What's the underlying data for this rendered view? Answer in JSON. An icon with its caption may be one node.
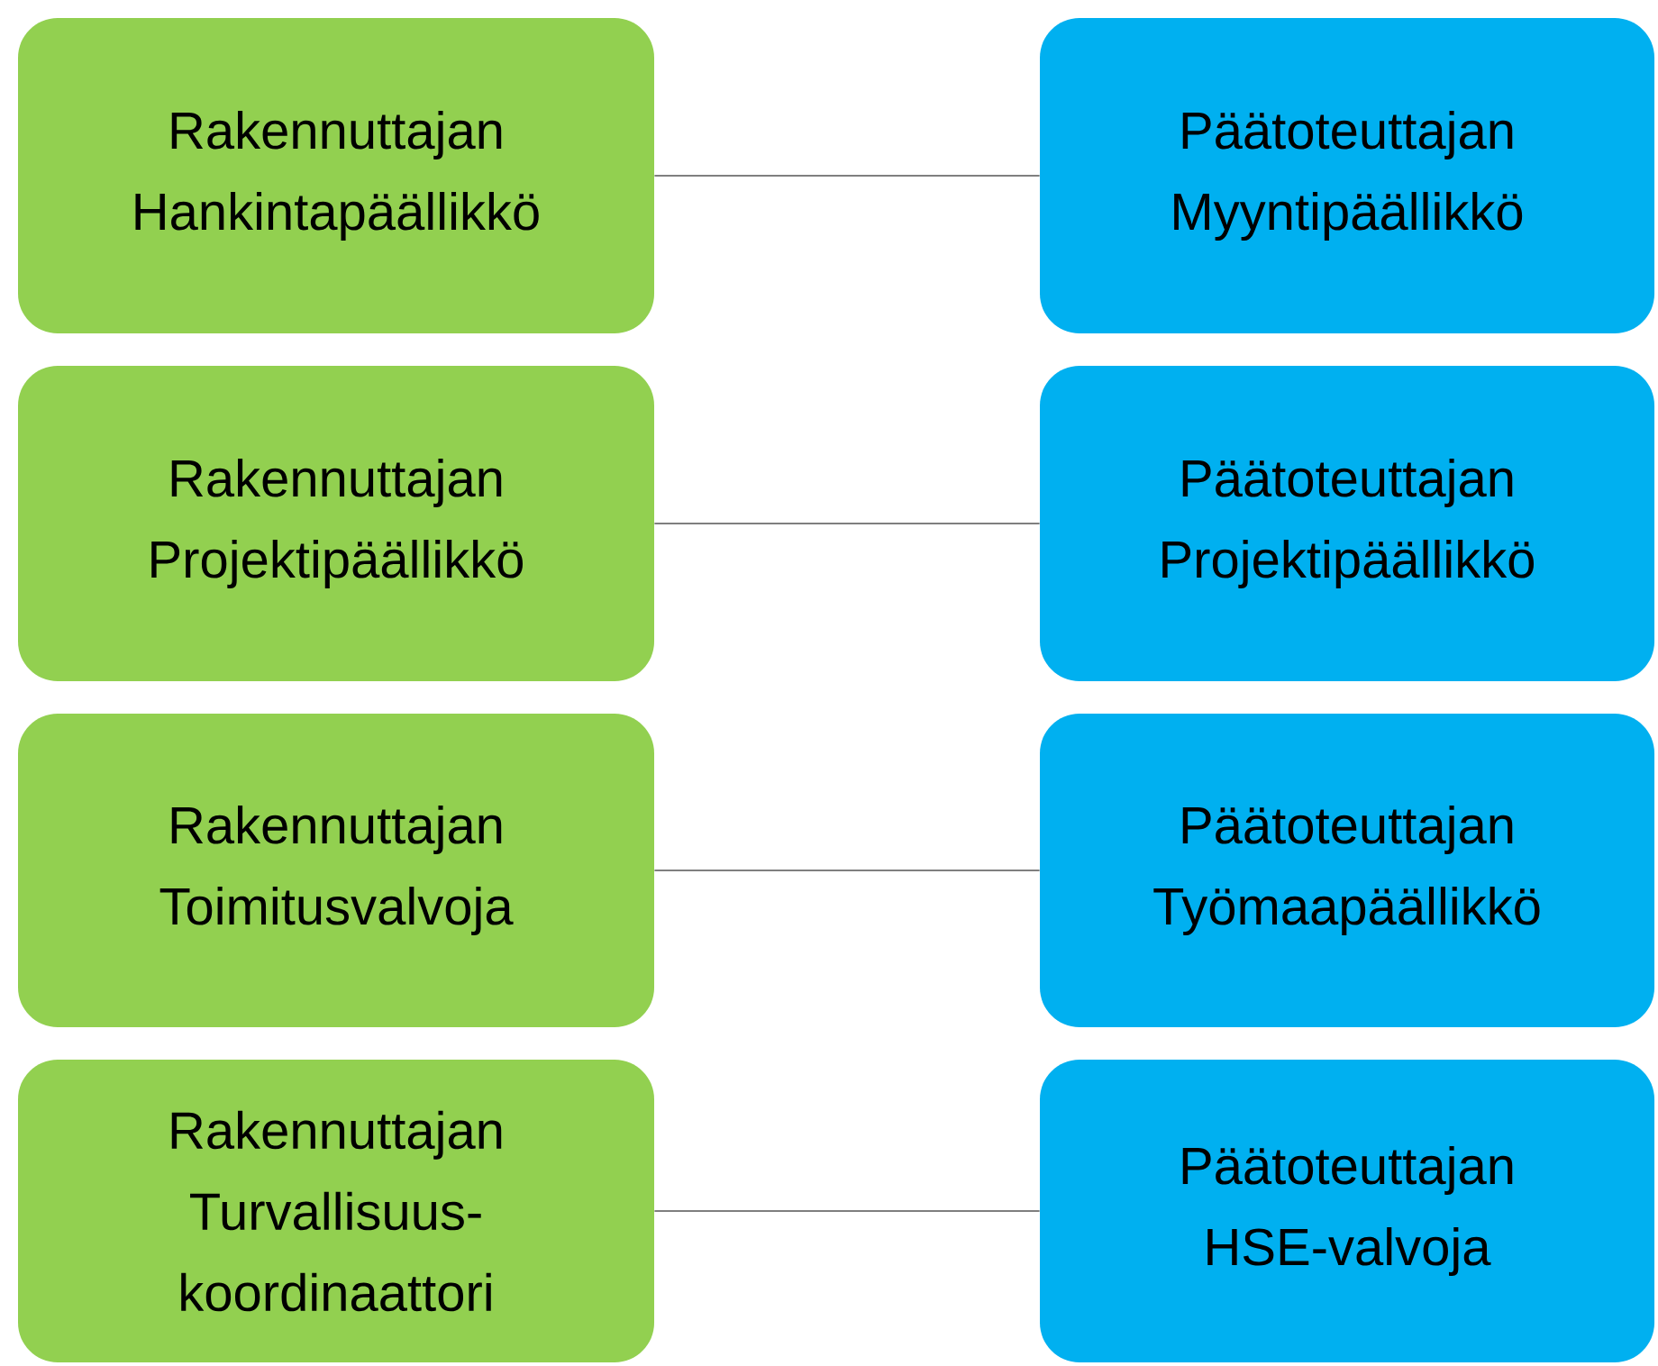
{
  "diagram": {
    "nodes": [
      {
        "text": [
          "Rakennuttajan Hankintapäällikkö"
        ]
      },
      {
        "text": [
          "Päätoteuttajan Myyntipäällikkö"
        ]
      },
      {
        "text": [
          "Rakennuttajan Projektipäällikkö"
        ]
      },
      {
        "text": [
          "Päätoteuttajan Projektipäällikkö"
        ]
      },
      {
        "text": [
          "Rakennuttajan Toimitusvalvoja"
        ]
      },
      {
        "text": [
          "Päätoteuttajan Työmaapäällikkö"
        ]
      },
      {
        "text": [
          "Rakennuttajan Turvallisuus- koordinaattori"
        ]
      },
      {
        "text": [
          "Päätoteuttajan HSE-valvoja"
        ]
      }
    ],
    "edges": [
      {
        "from": 0,
        "to": 1,
        "arrow": "none"
      },
      {
        "from": 2,
        "to": 3,
        "arrow": "none"
      },
      {
        "from": 4,
        "to": 5,
        "arrow": "none"
      },
      {
        "from": 6,
        "to": 7,
        "arrow": "none"
      }
    ]
  }
}
